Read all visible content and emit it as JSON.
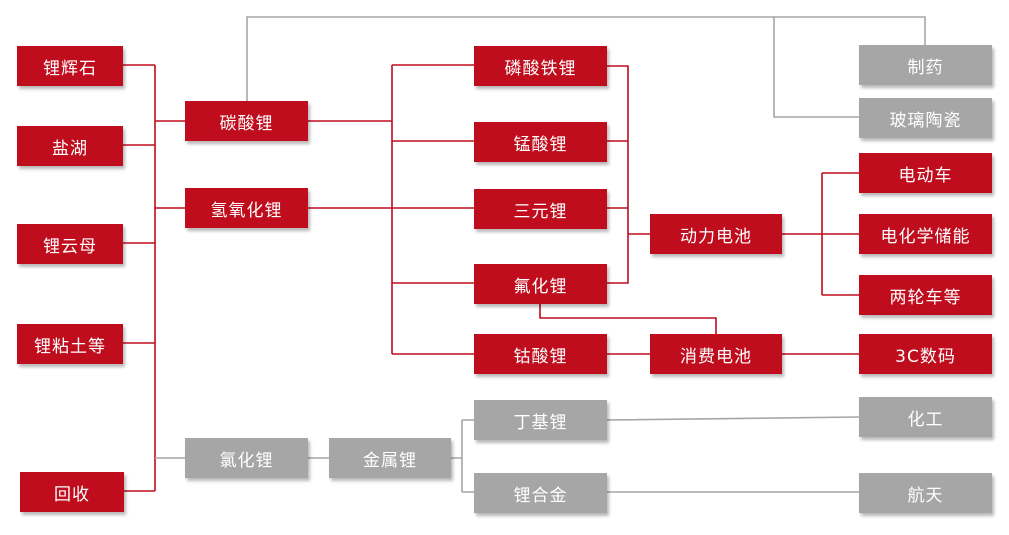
{
  "colors": {
    "red": "#c00d1e",
    "gray": "#a6a6a6"
  },
  "sources": {
    "libuihui": "锂辉石",
    "yanhu": "盐湖",
    "liyunmu": "锂云母",
    "lizhantu": "锂粘土等",
    "huishou": "回收"
  },
  "compounds": {
    "tansuanli": "碳酸锂",
    "qingyanghuali": "氢氧化锂",
    "lvhuali": "氯化锂",
    "jinshuli": "金属锂"
  },
  "materials": {
    "linsuantieli": "磷酸铁锂",
    "mengsuanli": "锰酸锂",
    "sanyuanli": "三元锂",
    "fuhuali": "氟化锂",
    "gusuanli": "钴酸锂",
    "dingjili": "丁基锂",
    "liheijin": "锂合金"
  },
  "batteries": {
    "dongli": "动力电池",
    "xiaofei": "消费电池"
  },
  "applications": {
    "zhiyao": "制药",
    "boli": "玻璃陶瓷",
    "diandongche": "电动车",
    "dianhuaxuechuneng": "电化学储能",
    "lianglunche": "两轮车等",
    "shuma": "3C数码",
    "huagong": "化工",
    "hangtian": "航天"
  }
}
